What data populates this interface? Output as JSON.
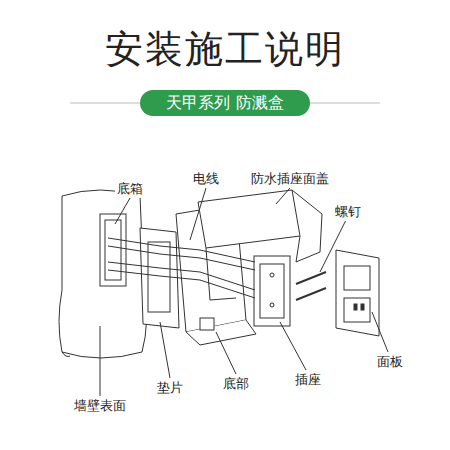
{
  "diagram": {
    "title": "安装施工说明",
    "nodes": [
      {
        "text": [
          "天甲系列 防溅盒"
        ]
      }
    ],
    "labels": [
      "底箱",
      "电线",
      "防水插座面盖",
      "螺钉",
      "面板",
      "插座",
      "底部",
      "垫片",
      "墙壁表面"
    ]
  }
}
